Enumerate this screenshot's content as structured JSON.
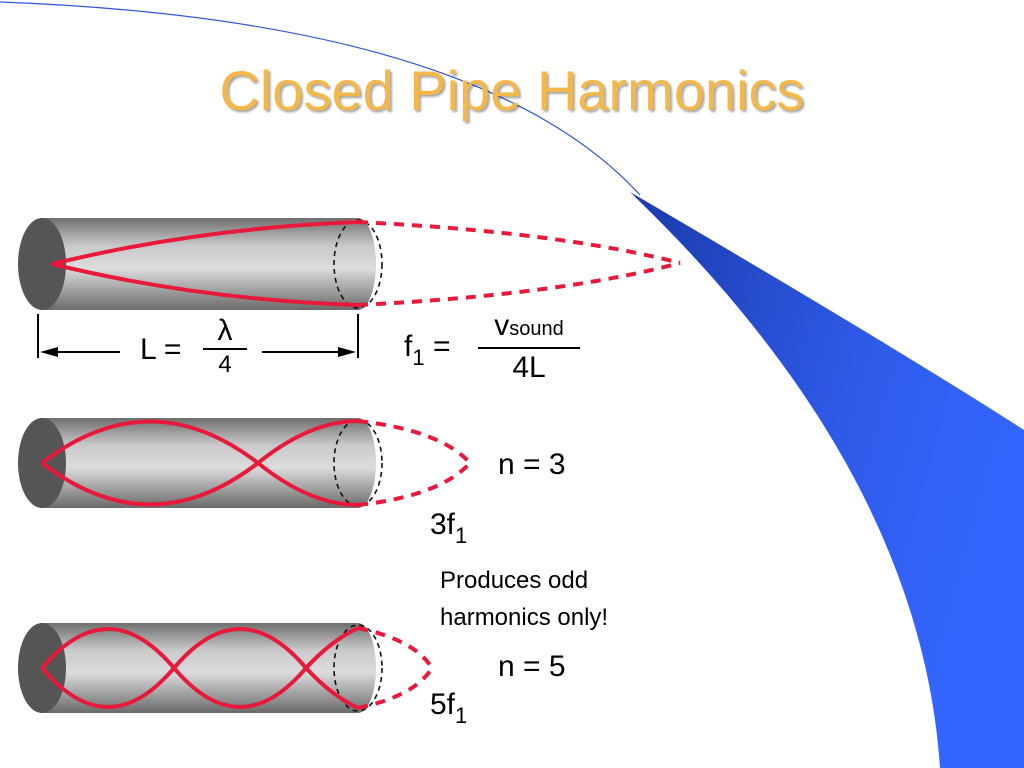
{
  "slide": {
    "title": "Closed Pipe Harmonics",
    "colors": {
      "title": "#f2b84b",
      "wave": "#e8193b",
      "swoosh": "#3366ff",
      "swoosh_dark": "#1a3aaa",
      "pipe_body": "#a9a9a9",
      "pipe_end": "#555555"
    }
  },
  "fundamental": {
    "length_label": "L",
    "equals": "=",
    "lambda": "λ",
    "lambda_denominator": "4",
    "freq_symbol": "f",
    "freq_subscript": "1",
    "v_symbol": "v",
    "v_subscript": "sound",
    "freq_denominator": "4L"
  },
  "harmonic3": {
    "n_label": "n = 3",
    "freq_coeff": "3f",
    "freq_subscript": "1"
  },
  "harmonic5": {
    "n_label": "n = 5",
    "freq_coeff": "5f",
    "freq_subscript": "1"
  },
  "note": {
    "line1": "Produces odd",
    "line2": "harmonics only!"
  }
}
